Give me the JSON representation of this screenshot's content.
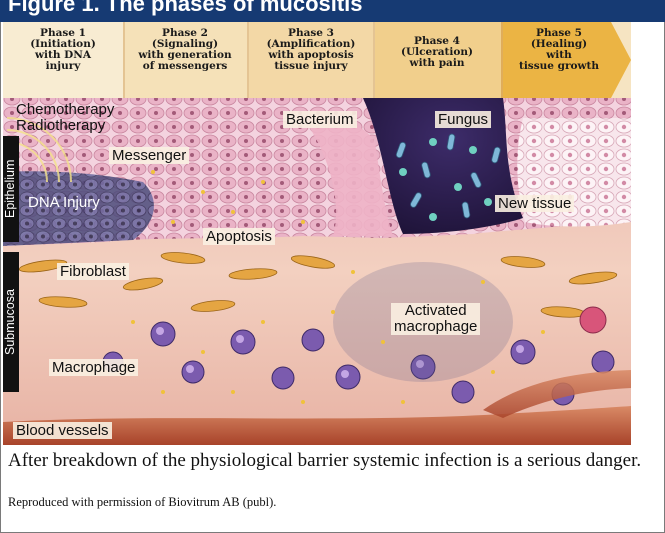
{
  "header": {
    "title": "Figure 1. The phases of mucositis"
  },
  "phases": [
    {
      "lines": [
        "Phase 1",
        "(Initiation)",
        "with DNA",
        "injury"
      ]
    },
    {
      "lines": [
        "Phase 2",
        "(Signaling)",
        "with generation",
        "of messengers"
      ]
    },
    {
      "lines": [
        "Phase 3",
        "(Amplification)",
        "with apoptosis",
        "tissue injury"
      ]
    },
    {
      "lines": [
        "Phase 4",
        "(Ulceration)",
        "with pain"
      ]
    },
    {
      "lines": [
        "Phase 5",
        "(Healing)",
        "with",
        "tissue growth"
      ]
    }
  ],
  "labels": {
    "chemo": "Chemotherapy",
    "radio": "Radiotherapy",
    "messenger": "Messenger",
    "dna_injury": "DNA Injury",
    "apoptosis": "Apoptosis",
    "bacterium": "Bacterium",
    "fungus": "Fungus",
    "new_tissue": "New tissue",
    "fibroblast": "Fibroblast",
    "activated_1": "Activated",
    "activated_2": "macrophage",
    "macrophage": "Macrophage",
    "blood_vessels": "Blood vessels",
    "epithelium": "Epithelium",
    "submucosa": "Submucosa"
  },
  "caption": "After breakdown of the physiological barrier systemic infection is a serious danger.",
  "credit": "Reproduced with permission of Biovitrum AB (publ).",
  "colors": {
    "header": "#163a73",
    "epithelium_cell": "#e8a9bf",
    "ulcer": "#2a1a4a",
    "submucosa": "#f1c9b8",
    "vessel": "#c4562a",
    "macrophage": "#6b4a9a"
  }
}
